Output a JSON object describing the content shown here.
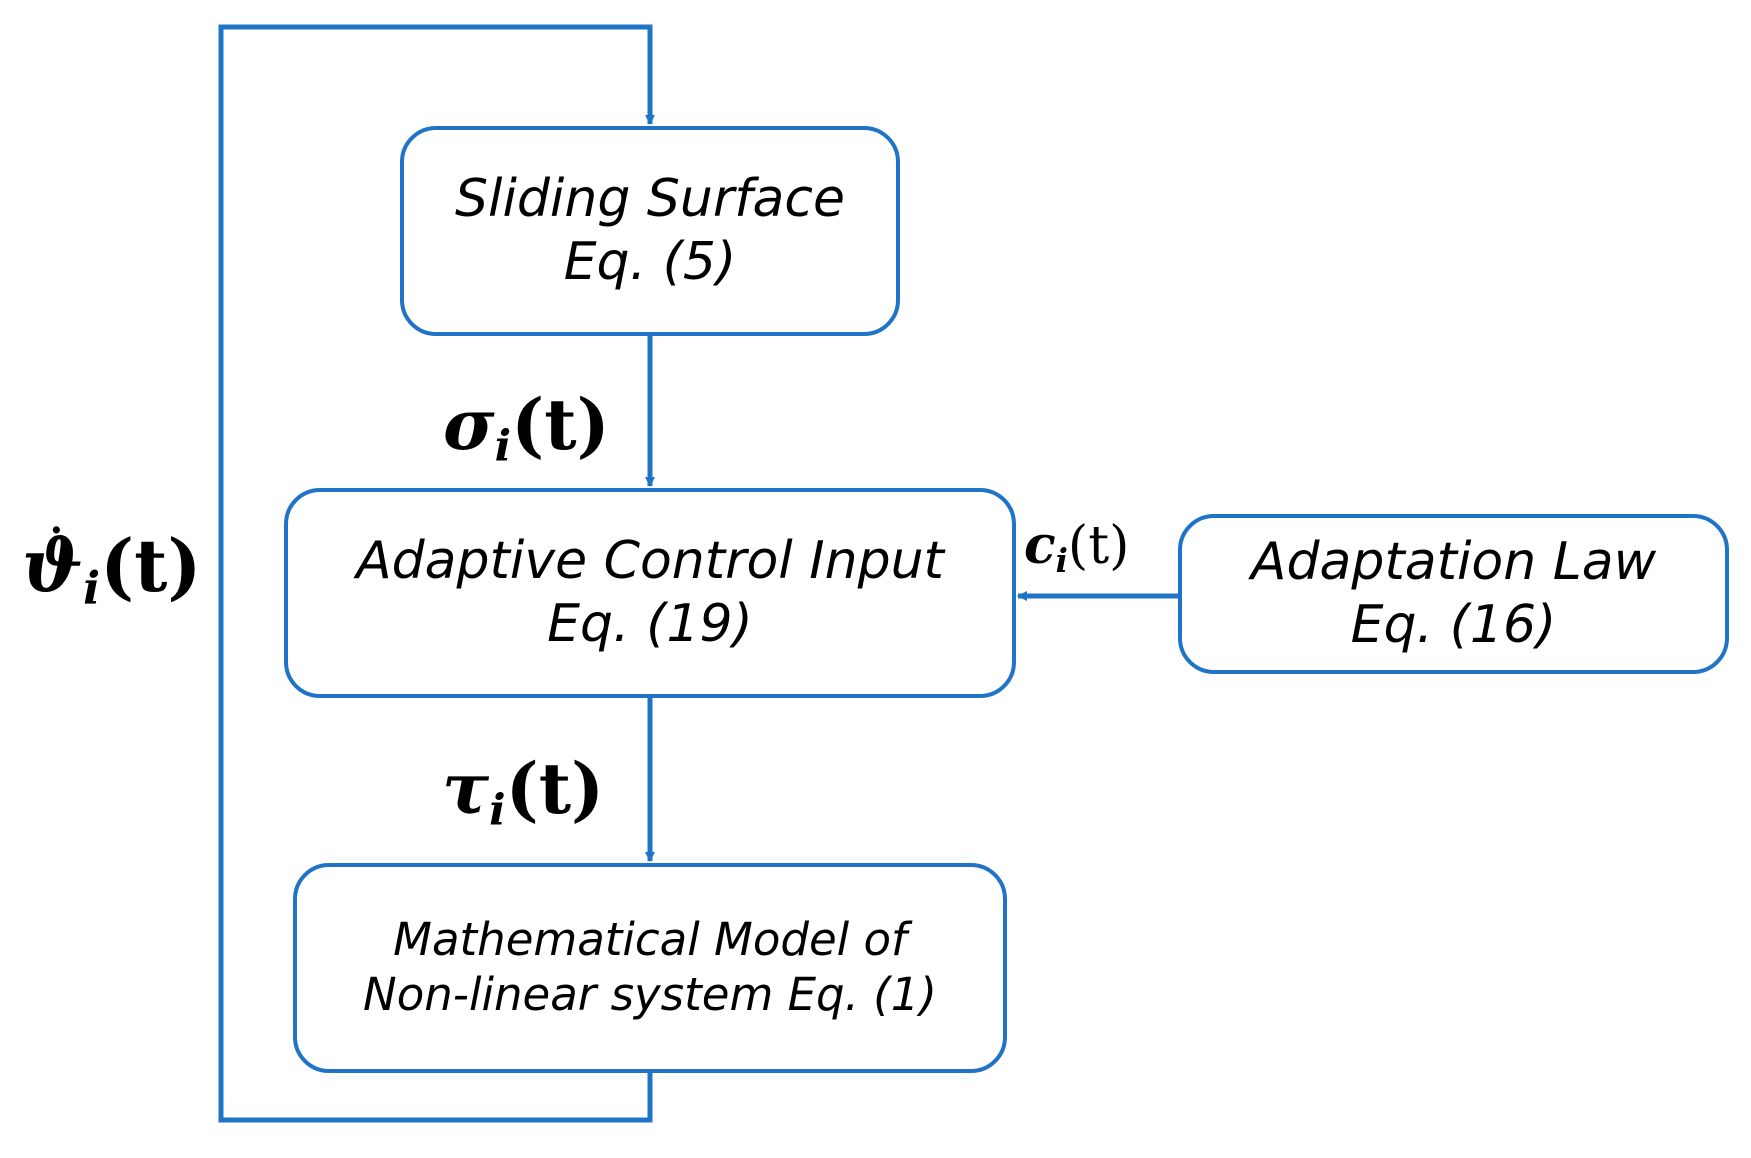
{
  "diagram": {
    "line_color": "#1f74c8",
    "boxes": {
      "sliding_surface": {
        "line1": "Sliding Surface",
        "line2": "Eq. (5)"
      },
      "adaptive_control": {
        "line1": "Adaptive Control  Input",
        "line2": "Eq. (19)"
      },
      "adaptation_law": {
        "line1": "Adaptation Law",
        "line2": "Eq. (16)"
      },
      "math_model": {
        "line1": "Mathematical Model of",
        "line2": "Non-linear system Eq. (1)"
      }
    },
    "signals": {
      "sigma": {
        "symbol": "σ",
        "sub": "i",
        "arg": "(t)"
      },
      "tau": {
        "symbol": "τ",
        "sub": "i",
        "arg": "(t)"
      },
      "theta_dot": {
        "symbol": "ϑ",
        "dot": "˙",
        "sub": "i",
        "arg": "(t)"
      },
      "c": {
        "symbol": "c",
        "sub": "i",
        "arg": "(t)"
      }
    }
  }
}
